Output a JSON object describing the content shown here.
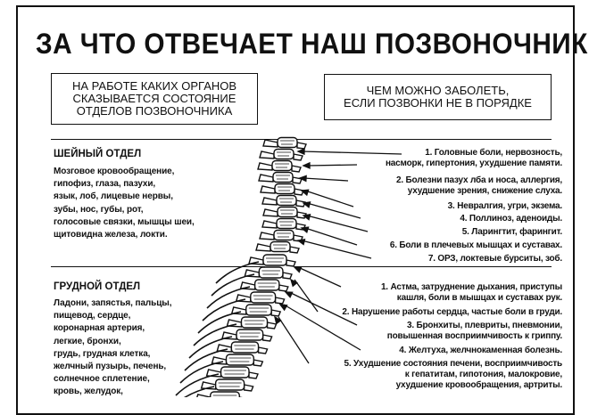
{
  "title": "ЗА ЧТО ОТВЕЧАЕТ НАШ ПОЗВОНОЧНИК",
  "box_left": [
    "НА РАБОТЕ КАКИХ ОРГАНОВ",
    "СКАЗЫВАЕТСЯ СОСТОЯНИЕ",
    "ОТДЕЛОВ ПОЗВОНОЧНИКА"
  ],
  "box_right": [
    "ЧЕМ МОЖНО ЗАБОЛЕТЬ,",
    "ЕСЛИ ПОЗВОНКИ НЕ В ПОРЯДКЕ"
  ],
  "cervical": {
    "heading": "ШЕЙНЫЙ ОТДЕЛ",
    "organs": "Мозговое кровообращение,\nгипофиз, глаза, пазухи,\nязык, лоб, лицевые нервы,\nзубы, нос, губы, рот,\nголосовые связки, мышцы шеи,\nщитовидна железа, локти.",
    "diseases": [
      [
        "1. Головные боли, нервозность,",
        "насморк, гипертония, ухудшение памяти."
      ],
      [
        "2. Болезни пазух лба и носа, аллергия,",
        "ухудшение зрения, снижение слуха."
      ],
      [
        "3. Невралгия, угри, экзема."
      ],
      [
        "4. Поллиноз, аденоиды."
      ],
      [
        "5. Ларингтит, фарингит."
      ],
      [
        "6. Боли в плечевых мышцах и суставах."
      ],
      [
        "7. ОРЗ, локтевые бурситы, зоб."
      ]
    ]
  },
  "thoracic": {
    "heading": "ГРУДНОЙ ОТДЕЛ",
    "organs": "Ладони, запястья, пальцы,\nпищевод, сердце,\nкоронарная артерия,\nлегкие, бронхи,\nгрудь, грудная клетка,\nжелчный пузырь, печень,\nсолнечное сплетение,\nкровь, желудок,",
    "diseases": [
      [
        "1. Астма, затруднение дыхания, приступы",
        "кашля, боли в мышцах и суставах рук."
      ],
      [
        "2. Нарушение работы сердца, частые боли в груди."
      ],
      [
        "3. Бронхиты, плевриты, пневмонии,",
        "повышенная восприимчивость к гриппу."
      ],
      [
        "4. Желтуха, желчнокаменная болезнь."
      ],
      [
        "5. Ухудшение состояния печени, восприимчивость",
        "к гепатитам, гипотония, малокровие,",
        "ухудшение кровообращения, артриты."
      ]
    ]
  }
}
